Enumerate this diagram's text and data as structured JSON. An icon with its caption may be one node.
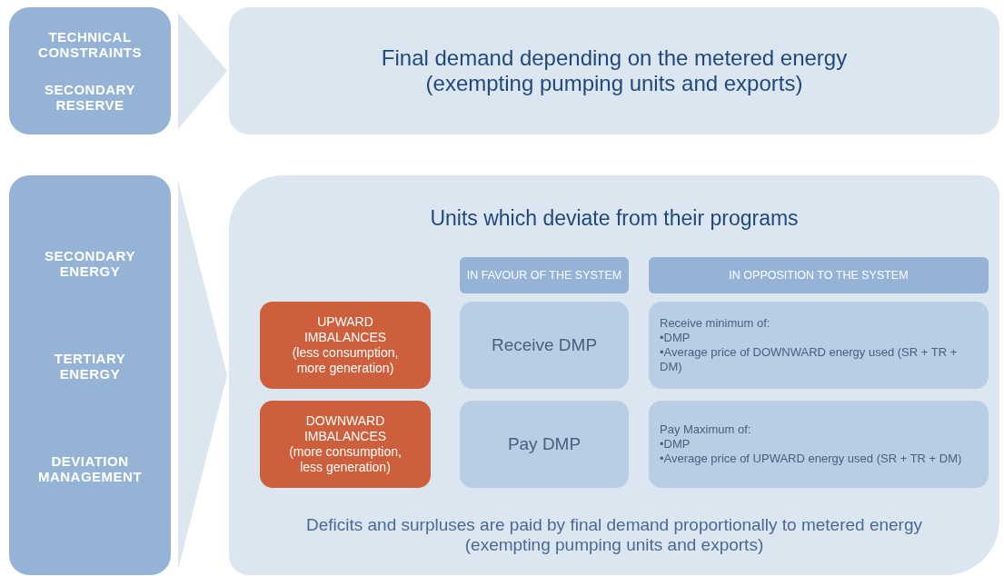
{
  "diagram": {
    "nodes": [
      {
        "text": [
          "TECHNICAL CONSTRAINTS",
          "SECONDARY RESERVE"
        ]
      },
      {
        "text": [
          "Final demand depending on the metered energy (exempting pumping units and exports)"
        ]
      },
      {
        "text": [
          "SECONDARY ENERGY",
          "TERTIARY ENERGY",
          "DEVIATION MANAGEMENT"
        ]
      },
      {
        "text": [
          "Units which deviate from their programs",
          "Deficits and surpluses are paid by final demand proportionally to metered energy (exempting pumping units and exports)"
        ]
      },
      {
        "text": [
          "IN FAVOUR OF THE SYSTEM"
        ],
        "in": 3
      },
      {
        "text": [
          "IN OPPOSITION TO THE SYSTEM"
        ],
        "in": 3
      },
      {
        "text": [
          "UPWARD IMBALANCES",
          "(less consumption, more generation)"
        ],
        "in": 3
      },
      {
        "text": [
          "Receive DMP"
        ],
        "in": 3
      },
      {
        "text": [
          "Receive minimum of:",
          "•DMP",
          "•Average price of DOWNWARD energy used (SR + TR + DM)"
        ],
        "in": 3
      },
      {
        "text": [
          "DOWNWARD IMBALANCES",
          "(more consumption, less generation)"
        ],
        "in": 3
      },
      {
        "text": [
          "Pay DMP"
        ],
        "in": 3
      },
      {
        "text": [
          "Pay Maximum of:",
          "•DMP",
          "•Average price of UPWARD energy used (SR + TR + DM)"
        ],
        "in": 3
      }
    ],
    "edges": [
      {
        "from": 0,
        "to": 1,
        "arrow": "to"
      },
      {
        "from": 2,
        "to": 3,
        "arrow": "to"
      }
    ]
  }
}
